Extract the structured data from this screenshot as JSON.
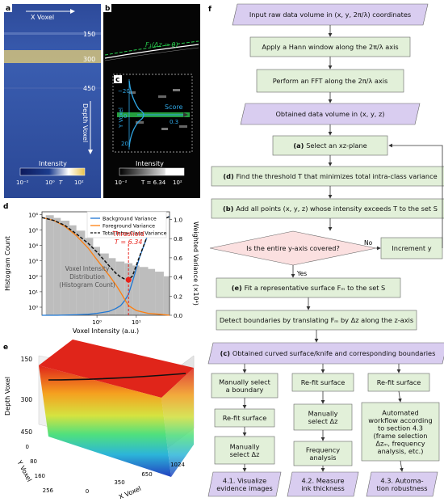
{
  "panels": {
    "a": {
      "label": "a",
      "x_axis_label": "X Voxel",
      "depth_ticks": [
        "150",
        "300",
        "450"
      ],
      "depth_label": "Depth Voxel",
      "colorbar_title": "Intensity",
      "cb_min": "10⁻²",
      "cb_mid": "10⁰",
      "cb_T": "T",
      "cb_max": "10²"
    },
    "b": {
      "label": "b",
      "surface_label": "F₁(Δz = 0)",
      "colorbar_title": "Intensity",
      "cb_min": "10⁻²",
      "cb_T": "T = 6.34",
      "cb_max": "10²"
    },
    "c": {
      "label": "c",
      "inset_ylabel": "Y Voxel",
      "ticks": [
        "20",
        "0",
        "−20"
      ],
      "score_label": "Score",
      "score_value": "0.3"
    },
    "d": {
      "label": "d"
    },
    "e": {
      "label": "e"
    },
    "f": {
      "label": "f"
    }
  },
  "chart_data": [
    {
      "type": "line",
      "panel": "d",
      "xlabel": "Voxel Intensity (a.u.)",
      "ylabel_left": "Histogram Count",
      "ylabel_right": "Weighted Variance (×10⁴)",
      "x_scale": "log",
      "y_left_scale": "log",
      "xlim": [
        0.04,
        70
      ],
      "ylim_left": [
        0.3,
        1500000
      ],
      "ylim_right": [
        0,
        1.08
      ],
      "x_ticks": [
        "10⁰",
        "10¹"
      ],
      "y_left_ticks": [
        "10⁰",
        "10¹",
        "10²",
        "10³",
        "10⁴",
        "10⁵",
        "10⁶"
      ],
      "y_right_ticks": [
        "0.0",
        "0.2",
        "0.4",
        "0.6",
        "0.8",
        "1.0"
      ],
      "legend_placement": "top",
      "series": [
        {
          "name": "Background Variance",
          "color": "#1f77d4",
          "axis": "right",
          "x": [
            0.04,
            0.1,
            0.3,
            0.6,
            1,
            2,
            3,
            4,
            5,
            6.34,
            8,
            12,
            20,
            35,
            70
          ],
          "y": [
            0.0,
            0.0,
            0.005,
            0.01,
            0.02,
            0.04,
            0.07,
            0.1,
            0.15,
            0.22,
            0.35,
            0.6,
            0.85,
            0.98,
            1.03
          ]
        },
        {
          "name": "Foreground Variance",
          "color": "#ff7f0e",
          "axis": "right",
          "x": [
            0.04,
            0.08,
            0.15,
            0.3,
            0.6,
            1,
            2,
            3,
            4,
            5,
            6.34,
            10,
            20,
            40,
            70
          ],
          "y": [
            1.02,
            0.99,
            0.93,
            0.83,
            0.7,
            0.58,
            0.42,
            0.32,
            0.24,
            0.17,
            0.1,
            0.05,
            0.02,
            0.01,
            0.0
          ]
        },
        {
          "name": "Total Intra-Class Variance",
          "color": "#111111",
          "axis": "right",
          "x": [
            0.04,
            0.08,
            0.15,
            0.3,
            0.6,
            1,
            2,
            3,
            4,
            5,
            6.34,
            8,
            12,
            20,
            35,
            70
          ],
          "y": [
            1.02,
            0.99,
            0.94,
            0.85,
            0.75,
            0.66,
            0.52,
            0.44,
            0.4,
            0.38,
            0.37,
            0.41,
            0.61,
            0.85,
            0.98,
            1.03
          ]
        }
      ],
      "histogram": {
        "color": "#bdbdbd",
        "x": [
          0.05,
          0.08,
          0.12,
          0.2,
          0.3,
          0.5,
          0.8,
          1.2,
          2,
          3,
          5,
          8,
          12,
          20,
          30,
          50
        ],
        "counts": [
          900000,
          600000,
          400000,
          200000,
          90000,
          30000,
          8000,
          3000,
          1500,
          900,
          700,
          500,
          400,
          300,
          200,
          100
        ]
      },
      "annotations": {
        "threshold_title": "Threshold",
        "threshold_value": "T = 6.34",
        "threshold_x": 6.34,
        "threshold_y": 0.37,
        "threshold_color": "#e8221b",
        "histogram_note": [
          "Voxel Intensity",
          "Distribution",
          "(Histogram Count)"
        ]
      }
    },
    {
      "type": "surface",
      "panel": "e",
      "zlabel": "Depth Voxel",
      "ylabel": "Y Voxel",
      "xlabel": "X Voxel",
      "z_ticks": [
        "150",
        "300",
        "450"
      ],
      "y_ticks": [
        "0",
        "80",
        "160",
        "256"
      ],
      "x_ticks": [
        "0",
        "350",
        "650",
        "1024"
      ],
      "colormap": [
        "#2140c0",
        "#2cb5d9",
        "#4fe07e",
        "#d5e340",
        "#f5a01f",
        "#e0251a"
      ]
    }
  ],
  "flowchart": {
    "nodes": [
      {
        "id": "n1",
        "kind": "io",
        "text": "Input raw data volume in (x, y, 2π/λ) coordinates"
      },
      {
        "id": "n2",
        "kind": "proc",
        "text": "Apply a Hann window along the 2π/λ axis"
      },
      {
        "id": "n3",
        "kind": "proc",
        "text": "Perform an FFT along the 2π/λ axis"
      },
      {
        "id": "n4",
        "kind": "io",
        "text": "Obtained data volume in (x, y, z)"
      },
      {
        "id": "n5",
        "kind": "proc",
        "tag": "(a)",
        "text": "Select an xz-plane"
      },
      {
        "id": "n6",
        "kind": "proc",
        "tag": "(d)",
        "text": "Find the threshold T that minimizes total intra-class variance"
      },
      {
        "id": "n7",
        "kind": "proc",
        "tag": "(b)",
        "text": "Add all points (x, y, z) whose intensity exceeds T to the set S"
      },
      {
        "id": "n8",
        "kind": "decision",
        "text": "Is the entire y-axis covered?"
      },
      {
        "id": "n9",
        "kind": "proc",
        "text": "Increment y"
      },
      {
        "id": "n10",
        "kind": "proc",
        "tag": "(e)",
        "text": "Fit a representative surface Fₘ to the set S"
      },
      {
        "id": "n11",
        "kind": "proc",
        "text": "Detect boundaries by translating Fₘ by Δz along the z-axis"
      },
      {
        "id": "n12",
        "kind": "io",
        "tag": "(c)",
        "text": "Obtained curved surface/knife and corresponding boundaries"
      },
      {
        "id": "b1a",
        "kind": "proc",
        "text": "Manually select|a boundary"
      },
      {
        "id": "b1b",
        "kind": "proc",
        "text": "Re-fit surface"
      },
      {
        "id": "b1c",
        "kind": "proc",
        "text": "Manually|select Δz"
      },
      {
        "id": "b1d",
        "kind": "io",
        "text": "4.1. Visualize|evidence images"
      },
      {
        "id": "b2a",
        "kind": "proc",
        "text": "Re-fit surface"
      },
      {
        "id": "b2b",
        "kind": "proc",
        "text": "Manually|select Δz"
      },
      {
        "id": "b2c",
        "kind": "proc",
        "text": "Frequency|analysis"
      },
      {
        "id": "b2d",
        "kind": "io",
        "text": "4.2. Measure|ink thickness"
      },
      {
        "id": "b3a",
        "kind": "proc",
        "text": "Re-fit surface"
      },
      {
        "id": "b3b",
        "kind": "proc",
        "text": "Automated|workflow according|to section 4.3|(frame selection|Δzₘ, frequency|analysis, etc.)"
      },
      {
        "id": "b3c",
        "kind": "io",
        "text": "4.3. Automa-|tion robustness"
      }
    ],
    "labels": {
      "yes": "Yes",
      "no": "No"
    },
    "colors": {
      "proc": "#e2f0d9",
      "io": "#d9cdf0",
      "decision": "#fbe0e0",
      "stroke": "#666666"
    }
  }
}
